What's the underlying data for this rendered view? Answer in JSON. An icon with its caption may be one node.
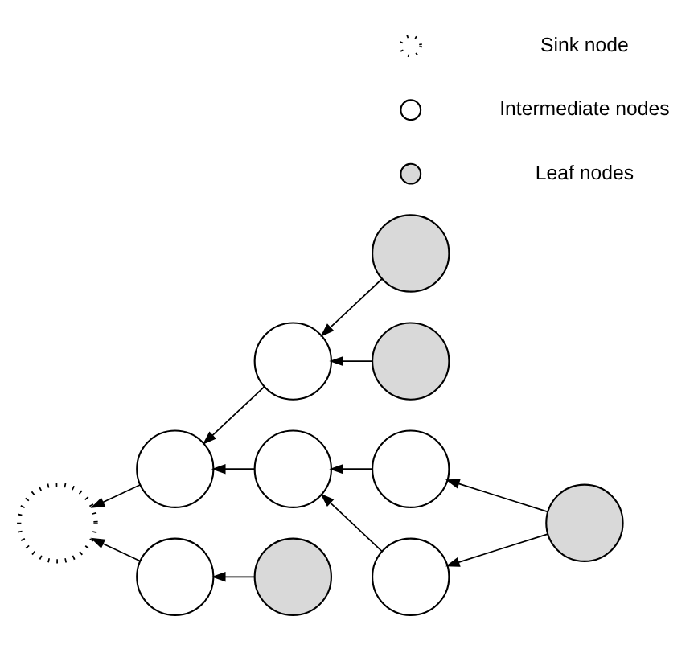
{
  "diagram": {
    "nodes": [
      {
        "text": [],
        "shape": "circle"
      },
      {
        "text": [],
        "shape": "circle"
      },
      {
        "text": [],
        "shape": "circle"
      },
      {
        "text": [],
        "shape": "circle"
      },
      {
        "text": [],
        "shape": "circle"
      },
      {
        "text": [],
        "shape": "circle"
      },
      {
        "text": [],
        "shape": "circle"
      },
      {
        "text": [],
        "shape": "circle"
      },
      {
        "text": [],
        "shape": "circle"
      },
      {
        "text": [],
        "shape": "circle"
      },
      {
        "text": [],
        "shape": "circle"
      }
    ],
    "edges": [
      {
        "from": 0,
        "to": 1,
        "arrow": "to"
      },
      {
        "from": 2,
        "to": 1,
        "arrow": "to"
      },
      {
        "from": 1,
        "to": 4,
        "arrow": "to"
      },
      {
        "from": 4,
        "to": 3,
        "arrow": "to"
      },
      {
        "from": 5,
        "to": 4,
        "arrow": "to"
      },
      {
        "from": 6,
        "to": 5,
        "arrow": "to"
      },
      {
        "from": 8,
        "to": 6,
        "arrow": "to"
      },
      {
        "from": 8,
        "to": 9,
        "arrow": "to"
      },
      {
        "from": 9,
        "to": 5,
        "arrow": "to"
      },
      {
        "from": 7,
        "to": 3,
        "arrow": "to"
      },
      {
        "from": 10,
        "to": 7,
        "arrow": "to"
      }
    ],
    "legend": [
      {
        "text": "Sink node"
      },
      {
        "text": "Intermediate nodes"
      },
      {
        "text": "Leaf nodes"
      }
    ]
  }
}
